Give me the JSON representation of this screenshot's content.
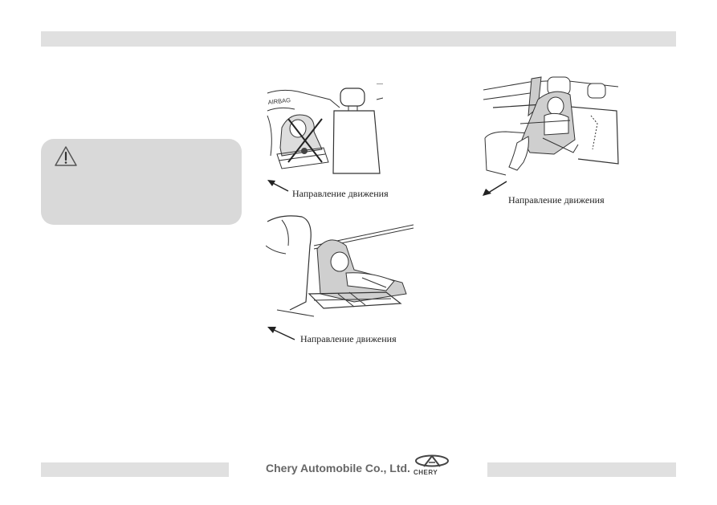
{
  "illustrations": [
    {
      "caption": "Направление движения",
      "airbag_label": "AIRBAG"
    },
    {
      "caption": "Направление движения"
    },
    {
      "caption": "Направление движения"
    }
  ],
  "footer": {
    "company": "Chery Automobile Co., Ltd.",
    "logo_text": "CHERY"
  },
  "colors": {
    "band": "#e0e0e0",
    "warning_box": "#d9d9d9",
    "footer_text": "#666666"
  },
  "icons": {
    "warning": "warning-triangle-icon",
    "direction": "arrow-up-left-icon",
    "logo": "chery-logo-icon"
  }
}
